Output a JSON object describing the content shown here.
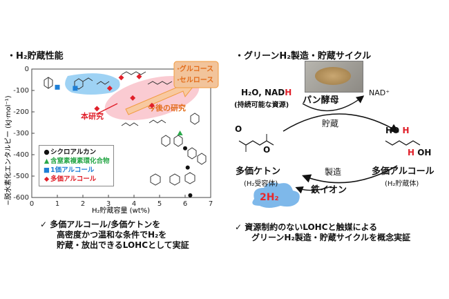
{
  "left_title": "・H₂貯蔵性能",
  "right_title": "・グリーンH₂製造・貯蔵サイクル",
  "chart_data": {
    "type": "scatter",
    "xlabel": "H₂貯蔵容量 (wt%)",
    "ylabel": "−脱水素化エンタルピー (kJ·mol⁻¹)",
    "xlim": [
      0,
      7
    ],
    "ylim": [
      -600,
      0
    ],
    "x_ticks": [
      "0",
      "1",
      "2",
      "3",
      "4",
      "5",
      "6",
      "7"
    ],
    "y_ticks": [
      "0",
      "-100",
      "-200",
      "-300",
      "-400",
      "-500",
      "-600"
    ],
    "series": [
      {
        "name": "シクロアルカン",
        "marker": "circle",
        "color": "#111111",
        "points": [
          [
            6.1,
            -460
          ],
          [
            6.2,
            -590
          ],
          [
            6.0,
            -370
          ]
        ]
      },
      {
        "name": "含窒素複素環化合物",
        "marker": "triangle",
        "color": "#2aa84a",
        "points": [
          [
            5.8,
            -300
          ]
        ]
      },
      {
        "name": "1価アルコール",
        "marker": "square",
        "color": "#1e7fd6",
        "points": [
          [
            1.0,
            -85
          ],
          [
            1.7,
            -90
          ]
        ]
      },
      {
        "name": "多価アルコール",
        "marker": "diamond",
        "color": "#e0202a",
        "points": [
          [
            3.05,
            -90
          ],
          [
            3.5,
            -40
          ],
          [
            2.55,
            -185
          ],
          [
            3.95,
            -135
          ],
          [
            4.7,
            -170
          ],
          [
            4.2,
            -35
          ]
        ]
      }
    ],
    "annotations": {
      "this_study": "本研究",
      "future": "今後の研究",
      "sugar1": "·グルコース",
      "sugar2": "·セルロース"
    }
  },
  "colors": {
    "red": "#e0202a",
    "blue": "#1e7fd6",
    "green": "#2aa84a",
    "pink": "#f7b3bd",
    "orange": "#f19a3e",
    "cloud": "#7eb8ea",
    "cloud_text": "#e8272b"
  },
  "left_conclusion": [
    "✓ 多価アルコール/多価ケトンを",
    "高密度かつ温和な条件でH₂を",
    "貯蔵・放出できるLOHCとして実証"
  ],
  "right_conclusion": [
    "✓ 資源制約のないLOHCと触媒による",
    "グリーンH₂製造・貯蔵サイクルを概念実証"
  ],
  "cycle": {
    "h2o": "H₂O, NAD",
    "h2o_h": "H",
    "sustainable": "(持続可能な資源)",
    "yeast": "パン酵母",
    "nad": "NAD⁺",
    "storage": "貯蔵",
    "production": "製造",
    "iron": "鉄イオン",
    "ketone_label": "多価ケトン",
    "ketone_sub": "(H₂受容体)",
    "alcohol_label": "多価アルコール",
    "alcohol_sub": "(H₂貯蔵体)",
    "h2": "2H₂",
    "ho": "HO",
    "h": "H",
    "oh": "OH",
    "o": "O"
  }
}
